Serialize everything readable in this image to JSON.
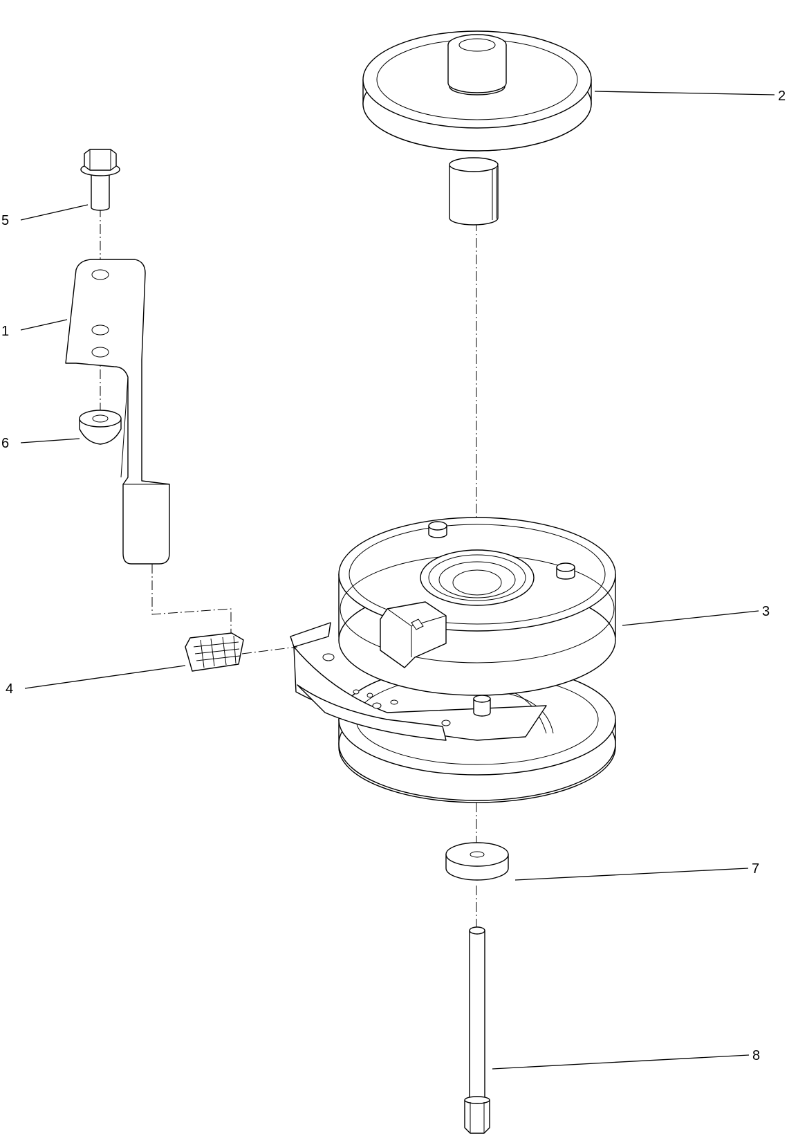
{
  "callouts": [
    {
      "id": "bracket",
      "number": "1"
    },
    {
      "id": "pulley",
      "number": "2"
    },
    {
      "id": "clutch",
      "number": "3"
    },
    {
      "id": "spacer",
      "number": "4"
    },
    {
      "id": "flange-bolt",
      "number": "5"
    },
    {
      "id": "flange-nut",
      "number": "6"
    },
    {
      "id": "washer",
      "number": "7"
    },
    {
      "id": "long-bolt",
      "number": "8"
    }
  ]
}
